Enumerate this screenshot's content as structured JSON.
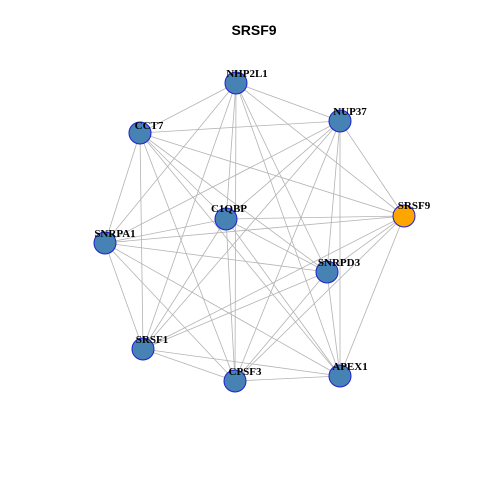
{
  "graph": {
    "title": "SRSF9",
    "colors": {
      "node_fill": "#4682B4",
      "node_stroke": "#1f1fd0",
      "highlight_fill": "#FFA500",
      "edge": "#b3b3b3",
      "background": "#ffffff"
    },
    "nodes": [
      {
        "id": "NHP2L1",
        "label": "NHP2L1",
        "highlight": false
      },
      {
        "id": "NUP37",
        "label": "NUP37",
        "highlight": false
      },
      {
        "id": "CCT7",
        "label": "CCT7",
        "highlight": false
      },
      {
        "id": "C1QBP",
        "label": "C1QBP",
        "highlight": false
      },
      {
        "id": "SRSF9",
        "label": "SRSF9",
        "highlight": true
      },
      {
        "id": "SNRPA1",
        "label": "SNRPA1",
        "highlight": false
      },
      {
        "id": "SNRPD3",
        "label": "SNRPD3",
        "highlight": false
      },
      {
        "id": "SRSF1",
        "label": "SRSF1",
        "highlight": false
      },
      {
        "id": "CPSF3",
        "label": "CPSF3",
        "highlight": false
      },
      {
        "id": "APEX1",
        "label": "APEX1",
        "highlight": false
      }
    ],
    "edges": [
      [
        "NHP2L1",
        "CCT7"
      ],
      [
        "NHP2L1",
        "NUP37"
      ],
      [
        "NHP2L1",
        "SNRPA1"
      ],
      [
        "NHP2L1",
        "C1QBP"
      ],
      [
        "NHP2L1",
        "SRSF9"
      ],
      [
        "NHP2L1",
        "SNRPD3"
      ],
      [
        "NHP2L1",
        "SRSF1"
      ],
      [
        "NHP2L1",
        "CPSF3"
      ],
      [
        "NHP2L1",
        "APEX1"
      ],
      [
        "NUP37",
        "CCT7"
      ],
      [
        "NUP37",
        "C1QBP"
      ],
      [
        "NUP37",
        "SNRPA1"
      ],
      [
        "NUP37",
        "SRSF1"
      ],
      [
        "NUP37",
        "CPSF3"
      ],
      [
        "NUP37",
        "APEX1"
      ],
      [
        "NUP37",
        "SNRPD3"
      ],
      [
        "NUP37",
        "SRSF9"
      ],
      [
        "CCT7",
        "SNRPA1"
      ],
      [
        "CCT7",
        "C1QBP"
      ],
      [
        "CCT7",
        "SRSF9"
      ],
      [
        "CCT7",
        "SNRPD3"
      ],
      [
        "CCT7",
        "SRSF1"
      ],
      [
        "CCT7",
        "CPSF3"
      ],
      [
        "CCT7",
        "APEX1"
      ],
      [
        "C1QBP",
        "SNRPA1"
      ],
      [
        "C1QBP",
        "SRSF9"
      ],
      [
        "C1QBP",
        "SNRPD3"
      ],
      [
        "C1QBP",
        "SRSF1"
      ],
      [
        "C1QBP",
        "CPSF3"
      ],
      [
        "C1QBP",
        "APEX1"
      ],
      [
        "SNRPA1",
        "SRSF9"
      ],
      [
        "SNRPA1",
        "SNRPD3"
      ],
      [
        "SNRPA1",
        "SRSF1"
      ],
      [
        "SNRPA1",
        "CPSF3"
      ],
      [
        "SNRPA1",
        "APEX1"
      ],
      [
        "SRSF9",
        "SNRPD3"
      ],
      [
        "SRSF9",
        "SRSF1"
      ],
      [
        "SRSF9",
        "CPSF3"
      ],
      [
        "SRSF9",
        "APEX1"
      ],
      [
        "SNRPD3",
        "SRSF1"
      ],
      [
        "SNRPD3",
        "CPSF3"
      ],
      [
        "SNRPD3",
        "APEX1"
      ],
      [
        "SRSF1",
        "CPSF3"
      ],
      [
        "SRSF1",
        "APEX1"
      ],
      [
        "CPSF3",
        "APEX1"
      ]
    ]
  }
}
